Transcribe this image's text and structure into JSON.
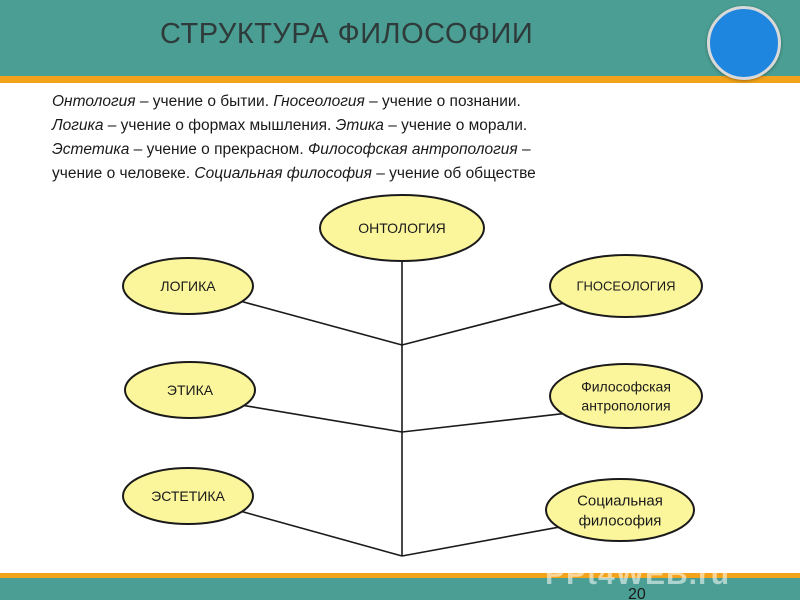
{
  "slide": {
    "title": "СТРУКТУРА ФИЛОСОФИИ",
    "page_number": "20",
    "watermark": "PPt4WEB.ru"
  },
  "intro": {
    "line1": [
      {
        "text": "Онтология",
        "italic": true
      },
      {
        "text": " – учение о бытии. ",
        "italic": false
      },
      {
        "text": "Гносеология",
        "italic": true
      },
      {
        "text": " – учение о познании.",
        "italic": false
      }
    ],
    "line2": [
      {
        "text": "Логика",
        "italic": true
      },
      {
        "text": " – учение о формах мышления. ",
        "italic": false
      },
      {
        "text": "Этика",
        "italic": true
      },
      {
        "text": " – учение о морали.",
        "italic": false
      }
    ],
    "line3": [
      {
        "text": "Эстетика",
        "italic": true
      },
      {
        "text": " – учение о прекрасном. ",
        "italic": false
      },
      {
        "text": "Философская антропология",
        "italic": true
      },
      {
        "text": " –",
        "italic": false
      }
    ],
    "line4": [
      {
        "text": "учение о человеке. ",
        "italic": false
      },
      {
        "text": "Социальная философия",
        "italic": true
      },
      {
        "text": " – учение об обществе",
        "italic": false
      }
    ]
  },
  "diagram": {
    "root": {
      "id": "ontology",
      "label": [
        "ОНТОЛОГИЯ"
      ]
    },
    "left": [
      {
        "id": "logic",
        "label": [
          "ЛОГИКА"
        ]
      },
      {
        "id": "ethics",
        "label": [
          "ЭТИКА"
        ]
      },
      {
        "id": "aesthetics",
        "label": [
          "ЭСТЕТИКА"
        ]
      }
    ],
    "right": [
      {
        "id": "gnoseology",
        "label": [
          "ГНОСЕОЛОГИЯ"
        ]
      },
      {
        "id": "anthropology",
        "label": [
          "Философская",
          "антропология"
        ]
      },
      {
        "id": "social",
        "label": [
          "Социальная",
          "философия"
        ]
      }
    ]
  },
  "colors": {
    "node_fill": "#fbf69c",
    "node_stroke": "#1a1a1a",
    "header": "#4a9e93",
    "accent_stripe": "#f2a31b",
    "corner_circle": "#1f86e0"
  }
}
